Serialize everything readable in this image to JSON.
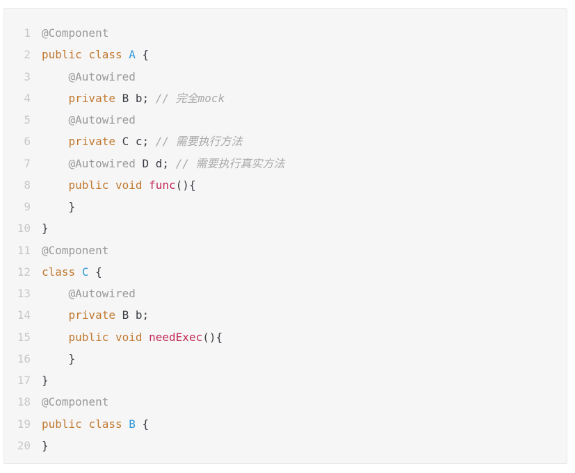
{
  "code": {
    "lines": [
      {
        "n": "1",
        "tokens": [
          {
            "t": "@Component",
            "k": "annotation"
          }
        ]
      },
      {
        "n": "2",
        "tokens": [
          {
            "t": "public",
            "k": "keyword"
          },
          {
            "t": " ",
            "k": "plain"
          },
          {
            "t": "class",
            "k": "keyword"
          },
          {
            "t": " ",
            "k": "plain"
          },
          {
            "t": "A",
            "k": "class"
          },
          {
            "t": " {",
            "k": "plain"
          }
        ]
      },
      {
        "n": "3",
        "tokens": [
          {
            "t": "    ",
            "k": "plain"
          },
          {
            "t": "@Autowired",
            "k": "annotation"
          }
        ]
      },
      {
        "n": "4",
        "tokens": [
          {
            "t": "    ",
            "k": "plain"
          },
          {
            "t": "private",
            "k": "keyword"
          },
          {
            "t": " B b; ",
            "k": "plain"
          },
          {
            "t": "// 完全mock",
            "k": "comment"
          }
        ]
      },
      {
        "n": "5",
        "tokens": [
          {
            "t": "    ",
            "k": "plain"
          },
          {
            "t": "@Autowired",
            "k": "annotation"
          }
        ]
      },
      {
        "n": "6",
        "tokens": [
          {
            "t": "    ",
            "k": "plain"
          },
          {
            "t": "private",
            "k": "keyword"
          },
          {
            "t": " C c; ",
            "k": "plain"
          },
          {
            "t": "// 需要执行方法",
            "k": "comment"
          }
        ]
      },
      {
        "n": "7",
        "tokens": [
          {
            "t": "    ",
            "k": "plain"
          },
          {
            "t": "@Autowired",
            "k": "annotation"
          },
          {
            "t": " D d; ",
            "k": "plain"
          },
          {
            "t": "// 需要执行真实方法",
            "k": "comment"
          }
        ]
      },
      {
        "n": "8",
        "tokens": [
          {
            "t": "    ",
            "k": "plain"
          },
          {
            "t": "public",
            "k": "keyword"
          },
          {
            "t": " ",
            "k": "plain"
          },
          {
            "t": "void",
            "k": "keyword"
          },
          {
            "t": " ",
            "k": "plain"
          },
          {
            "t": "func",
            "k": "func"
          },
          {
            "t": "(){",
            "k": "plain"
          }
        ]
      },
      {
        "n": "9",
        "tokens": [
          {
            "t": "    }",
            "k": "plain"
          }
        ]
      },
      {
        "n": "10",
        "tokens": [
          {
            "t": "}",
            "k": "plain"
          }
        ]
      },
      {
        "n": "11",
        "tokens": [
          {
            "t": "@Component",
            "k": "annotation"
          }
        ]
      },
      {
        "n": "12",
        "tokens": [
          {
            "t": "class",
            "k": "keyword"
          },
          {
            "t": " ",
            "k": "plain"
          },
          {
            "t": "C",
            "k": "class"
          },
          {
            "t": " {",
            "k": "plain"
          }
        ]
      },
      {
        "n": "13",
        "tokens": [
          {
            "t": "    ",
            "k": "plain"
          },
          {
            "t": "@Autowired",
            "k": "annotation"
          }
        ]
      },
      {
        "n": "14",
        "tokens": [
          {
            "t": "    ",
            "k": "plain"
          },
          {
            "t": "private",
            "k": "keyword"
          },
          {
            "t": " B b;",
            "k": "plain"
          }
        ]
      },
      {
        "n": "15",
        "tokens": [
          {
            "t": "    ",
            "k": "plain"
          },
          {
            "t": "public",
            "k": "keyword"
          },
          {
            "t": " ",
            "k": "plain"
          },
          {
            "t": "void",
            "k": "keyword"
          },
          {
            "t": " ",
            "k": "plain"
          },
          {
            "t": "needExec",
            "k": "func"
          },
          {
            "t": "(){",
            "k": "plain"
          }
        ]
      },
      {
        "n": "16",
        "tokens": [
          {
            "t": "    }",
            "k": "plain"
          }
        ]
      },
      {
        "n": "17",
        "tokens": [
          {
            "t": "}",
            "k": "plain"
          }
        ]
      },
      {
        "n": "18",
        "tokens": [
          {
            "t": "@Component",
            "k": "annotation"
          }
        ]
      },
      {
        "n": "19",
        "tokens": [
          {
            "t": "public",
            "k": "keyword"
          },
          {
            "t": " ",
            "k": "plain"
          },
          {
            "t": "class",
            "k": "keyword"
          },
          {
            "t": " ",
            "k": "plain"
          },
          {
            "t": "B",
            "k": "class"
          },
          {
            "t": " {",
            "k": "plain"
          }
        ]
      },
      {
        "n": "20",
        "tokens": [
          {
            "t": "}",
            "k": "plain"
          }
        ]
      }
    ]
  },
  "colors": {
    "background": "#f6f6f6",
    "line_number": "#c8c8c8",
    "annotation": "#999999",
    "keyword": "#c1782f",
    "class_name": "#2f96d8",
    "function_name": "#c22856",
    "comment": "#a8a8a8",
    "plain": "#383a42"
  }
}
